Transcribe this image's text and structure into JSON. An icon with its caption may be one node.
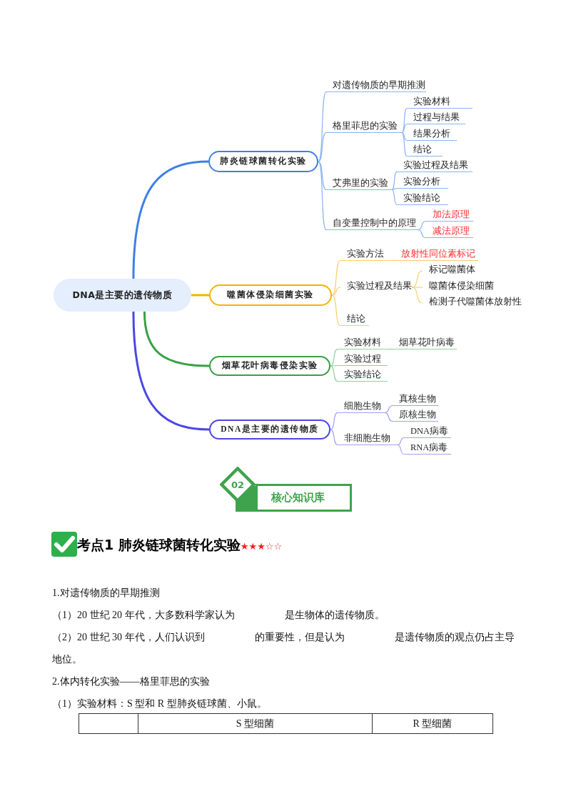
{
  "diagram": {
    "nodes": [
      {
        "text": [
          "DNA是主要的遗传物质"
        ]
      },
      {
        "text": [
          "肺炎链球菌转化实验"
        ]
      },
      {
        "text": [
          "对遗传物质的早期推测"
        ]
      },
      {
        "text": [
          "格里菲思的实验"
        ]
      },
      {
        "text": [
          "实验材料"
        ]
      },
      {
        "text": [
          "过程与结果"
        ]
      },
      {
        "text": [
          "结果分析"
        ]
      },
      {
        "text": [
          "结论"
        ]
      },
      {
        "text": [
          "艾弗里的实验"
        ]
      },
      {
        "text": [
          "实验过程及结果"
        ]
      },
      {
        "text": [
          "实验分析"
        ]
      },
      {
        "text": [
          "实验结论"
        ]
      },
      {
        "text": [
          "自变量控制中的原理"
        ]
      },
      {
        "text": [
          "加法原理"
        ]
      },
      {
        "text": [
          "减法原理"
        ]
      },
      {
        "text": [
          "噬菌体侵染细菌实验"
        ]
      },
      {
        "text": [
          "实验方法"
        ]
      },
      {
        "text": [
          "放射性同位素标记"
        ]
      },
      {
        "text": [
          "实验过程及结果"
        ]
      },
      {
        "text": [
          "标记噬菌体"
        ]
      },
      {
        "text": [
          "噬菌体侵染细菌"
        ]
      },
      {
        "text": [
          "检测子代噬菌体放射性"
        ]
      },
      {
        "text": [
          "结论"
        ]
      },
      {
        "text": [
          "烟草花叶病毒侵染实验"
        ]
      },
      {
        "text": [
          "实验材料"
        ]
      },
      {
        "text": [
          "烟草花叶病毒"
        ]
      },
      {
        "text": [
          "实验过程"
        ]
      },
      {
        "text": [
          "实验结论"
        ]
      },
      {
        "text": [
          "DNA是主要的遗传物质"
        ]
      },
      {
        "text": [
          "细胞生物"
        ]
      },
      {
        "text": [
          "真核生物"
        ]
      },
      {
        "text": [
          "原核生物"
        ]
      },
      {
        "text": [
          "非细胞生物"
        ]
      },
      {
        "text": [
          "DNA病毒"
        ]
      },
      {
        "text": [
          "RNA病毒"
        ]
      },
      {
        "text": [
          "02"
        ]
      },
      {
        "text": [
          "核心知识库"
        ]
      }
    ],
    "edges": [
      {
        "from": 0,
        "to": 1,
        "arrow": "none",
        "style": "thick",
        "color": "#3f7fe6"
      },
      {
        "from": 1,
        "to": 2,
        "arrow": "none"
      },
      {
        "from": 1,
        "to": 3,
        "arrow": "none"
      },
      {
        "from": 3,
        "to": 4,
        "arrow": "none"
      },
      {
        "from": 3,
        "to": 5,
        "arrow": "none"
      },
      {
        "from": 3,
        "to": 6,
        "arrow": "none"
      },
      {
        "from": 3,
        "to": 7,
        "arrow": "none"
      },
      {
        "from": 1,
        "to": 8,
        "arrow": "none"
      },
      {
        "from": 8,
        "to": 9,
        "arrow": "none"
      },
      {
        "from": 8,
        "to": 10,
        "arrow": "none"
      },
      {
        "from": 8,
        "to": 11,
        "arrow": "none"
      },
      {
        "from": 1,
        "to": 12,
        "arrow": "none"
      },
      {
        "from": 12,
        "to": 13,
        "arrow": "none"
      },
      {
        "from": 12,
        "to": 14,
        "arrow": "none"
      },
      {
        "from": 0,
        "to": 15,
        "arrow": "none",
        "style": "thick",
        "color": "#f5b400"
      },
      {
        "from": 15,
        "to": 16,
        "arrow": "none",
        "color": "#f6d06a"
      },
      {
        "from": 16,
        "to": 17,
        "arrow": "none",
        "color": "#f6d06a"
      },
      {
        "from": 15,
        "to": 18,
        "arrow": "none",
        "color": "#f6d06a"
      },
      {
        "from": 18,
        "to": 19,
        "arrow": "none",
        "color": "#f6d06a"
      },
      {
        "from": 18,
        "to": 20,
        "arrow": "none",
        "color": "#f6d06a"
      },
      {
        "from": 18,
        "to": 21,
        "arrow": "none",
        "color": "#f6d06a"
      },
      {
        "from": 15,
        "to": 22,
        "arrow": "none",
        "color": "#f6d06a"
      },
      {
        "from": 0,
        "to": 23,
        "arrow": "none",
        "style": "thick",
        "color": "#38a048"
      },
      {
        "from": 23,
        "to": 24,
        "arrow": "none",
        "color": "#8fd199"
      },
      {
        "from": 24,
        "to": 25,
        "arrow": "none",
        "color": "#8fd199"
      },
      {
        "from": 23,
        "to": 26,
        "arrow": "none",
        "color": "#8fd199"
      },
      {
        "from": 23,
        "to": 27,
        "arrow": "none",
        "color": "#8fd199"
      },
      {
        "from": 0,
        "to": 28,
        "arrow": "none",
        "style": "thick",
        "color": "#4b47e4"
      },
      {
        "from": 28,
        "to": 29,
        "arrow": "none",
        "color": "#a3a0f0"
      },
      {
        "from": 29,
        "to": 30,
        "arrow": "none",
        "color": "#a3a0f0"
      },
      {
        "from": 29,
        "to": 31,
        "arrow": "none",
        "color": "#a3a0f0"
      },
      {
        "from": 28,
        "to": 32,
        "arrow": "none",
        "color": "#a3a0f0"
      },
      {
        "from": 32,
        "to": 33,
        "arrow": "none",
        "color": "#a3a0f0"
      },
      {
        "from": 32,
        "to": 34,
        "arrow": "none",
        "color": "#a3a0f0"
      }
    ],
    "labels": [
      "考点1 肺炎链球菌转化实验",
      "★★★☆☆",
      "1.对遗传物质的早期推测",
      "（1）20 世纪 20 年代，大多数科学家认为　　　　　是生物体的遗传物质。",
      "（2）20 世纪 30 年代，人们认识到　　　　　的重要性，但是认为　　　　　是遗传物质的观点仍占主导地位。",
      "2.体内转化实验——格里菲思的实验",
      "（1）实验材料：S 型和 R 型肺炎链球菌、小鼠。",
      "S 型细菌",
      "R 型细菌"
    ]
  }
}
